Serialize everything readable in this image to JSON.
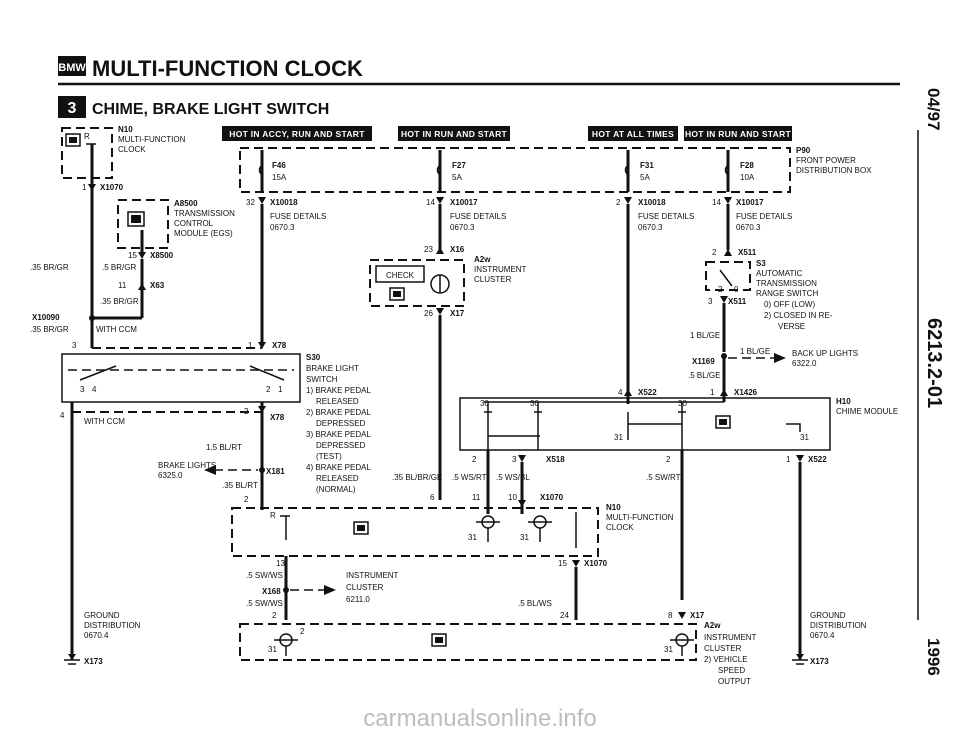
{
  "header": {
    "logo": "BMW",
    "section_number": "3",
    "title": "MULTI-FUNCTION CLOCK",
    "subtitle": "CHIME, BRAKE LIGHT SWITCH"
  },
  "side_labels": {
    "date": "04/97",
    "code": "6213.2-01",
    "year": "1996"
  },
  "hot_bars": [
    "HOT IN ACCY, RUN AND START",
    "HOT IN RUN AND START",
    "HOT AT ALL TIMES",
    "HOT IN RUN AND START"
  ],
  "fuses": [
    {
      "name": "F46",
      "rating": "15A",
      "pin": "32",
      "conn": "X10018",
      "details": "FUSE DETAILS",
      "page": "0670.3"
    },
    {
      "name": "F27",
      "rating": "5A",
      "pin": "14",
      "conn": "X10017",
      "details": "FUSE DETAILS",
      "page": "0670.3"
    },
    {
      "name": "F31",
      "rating": "5A",
      "pin": "2",
      "conn": "X10018",
      "details": "FUSE DETAILS",
      "page": "0670.3"
    },
    {
      "name": "F28",
      "rating": "10A",
      "pin": "14",
      "conn": "X10017",
      "details": "FUSE DETAILS",
      "page": "0670.3"
    }
  ],
  "p90": {
    "code": "P90",
    "l1": "FRONT POWER",
    "l2": "DISTRIBUTION BOX"
  },
  "n10_top": {
    "code": "N10",
    "l1": "MULTI-FUNCTION",
    "l2": "CLOCK",
    "pin_label": "R",
    "pin": "1",
    "conn": "X1070"
  },
  "a8500": {
    "code": "A8500",
    "l1": "TRANSMISSION",
    "l2": "CONTROL",
    "l3": "MODULE (EGS)",
    "pin": "15",
    "conn": "X8500"
  },
  "left_wires": {
    "w1": ".35 BR/GR",
    "w2": ".5 BR/GR",
    "pin11": "11",
    "x63": "X63",
    "w3": ".35 BR/GR",
    "x10090": "X10090",
    "w4": ".35 BR/GR",
    "with_ccm": "WITH CCM",
    "pin3": "3",
    "pin1": "1",
    "x78": "X78"
  },
  "s30": {
    "code": "S30",
    "l1": "BRAKE LIGHT",
    "l2": "SWITCH",
    "s1": "1) BRAKE PEDAL",
    "s1b": "RELEASED",
    "s2": "2) BRAKE PEDAL",
    "s2b": "DEPRESSED",
    "s3": "3) BRAKE PEDAL",
    "s3b": "DEPRESSED",
    "s3c": "(TEST)",
    "s4": "4) BRAKE PEDAL",
    "s4b": "RELEASED",
    "s4c": "(NORMAL)",
    "p3": "3",
    "p4": "4",
    "p2": "2",
    "p1": "1"
  },
  "lower_left": {
    "pin4": "4",
    "with_ccm": "WITH CCM",
    "pin2": "2",
    "x78": "X78",
    "w1": "1.5 BL/RT",
    "brake_lights": "BRAKE LIGHTS",
    "brake_page": "6325.0",
    "x181": "X181",
    "w2": ".35 BL/RT",
    "pin2b": "2"
  },
  "a2w_top": {
    "pin23": "23",
    "x16": "X16",
    "code": "A2w",
    "l1": "INSTRUMENT",
    "l2": "CLUSTER",
    "check": "CHECK",
    "pin26": "26",
    "x17": "X17"
  },
  "s3": {
    "pin2": "2",
    "conn": "X511",
    "code": "S3",
    "l1": "AUTOMATIC",
    "l2": "TRANSMISSION",
    "l3": "RANGE SWITCH",
    "o1": "0) OFF (LOW)",
    "o2": "2) CLOSED IN RE-",
    "o2b": "VERSE",
    "p2": "2",
    "p0": "0",
    "pin3": "3",
    "x511": "X511"
  },
  "backup": {
    "w1": "1 BL/GE",
    "x1169": "X1169",
    "w2": "1 BL/GE",
    "label": "BACK UP LIGHTS",
    "page": "6322.0",
    "w3": ".5 BL/GE",
    "pin4": "4",
    "x522": "X522",
    "pin1": "1",
    "x1426": "X1426"
  },
  "h10": {
    "code": "H10",
    "l1": "CHIME MODULE",
    "t30a": "30",
    "t30b": "30",
    "t30c": "30",
    "t31a": "31",
    "t31b": "31",
    "p2": "2",
    "p3": "3",
    "x518": "X518",
    "p2b": "2",
    "p1": "1",
    "x522": "X522"
  },
  "mid_wires": {
    "w1": ".35 BL/BR/GE",
    "w2": ".5 WS/RT",
    "w3": ".5 WS/BL",
    "w4": ".5 SW/RT",
    "p6": "6",
    "p11": "11",
    "p10": "10",
    "x1070": "X1070"
  },
  "n10_bottom": {
    "code": "N10",
    "l1": "MULTI-FUNCTION",
    "l2": "CLOCK",
    "r": "R",
    "g31a": "31",
    "g31b": "31",
    "p13": "13",
    "p15": "15",
    "x1070": "X1070"
  },
  "bottom": {
    "w1": ".5 SW/WS",
    "x168": "X168",
    "ic": "INSTRUMENT",
    "cluster": "CLUSTER",
    "page": "6211.0",
    "w2": ".5 SW/WS",
    "p2": "2",
    "w3": ".5 BL/WS",
    "p24": "24",
    "p8": "8",
    "x17": "X17",
    "a2w": "A2w",
    "a2w_l1": "INSTRUMENT",
    "a2w_l2": "CLUSTER",
    "a2w_l3": "2) VEHICLE",
    "a2w_l4": "SPEED",
    "a2w_l5": "OUTPUT",
    "g31a": "31",
    "g31b": "31",
    "p2b": "2"
  },
  "ground_left": {
    "l1": "GROUND",
    "l2": "DISTRIBUTION",
    "l3": "0670.4",
    "conn": "X173"
  },
  "ground_right": {
    "l1": "GROUND",
    "l2": "DISTRIBUTION",
    "l3": "0670.4",
    "conn": "X173"
  },
  "watermark": "carmanualsonline.info"
}
